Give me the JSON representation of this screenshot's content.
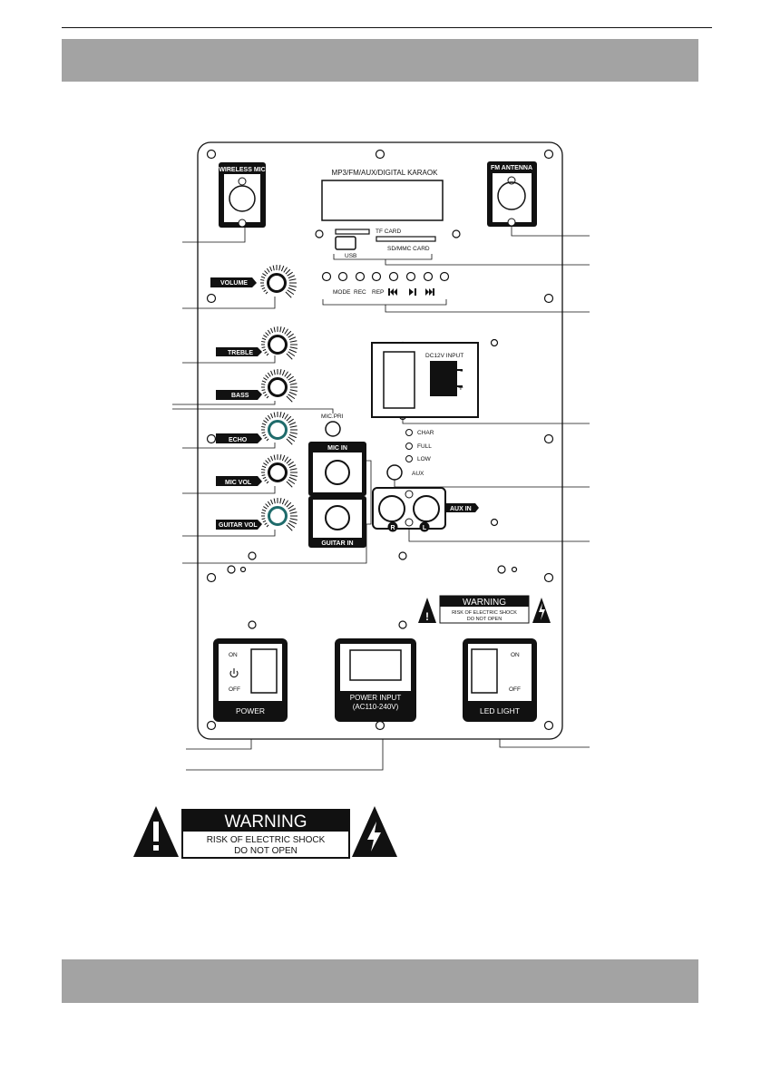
{
  "panel": {
    "title": "MP3/FM/AUX/DIGITAL KARAOK",
    "wireless_mic": "WIRELESS MIC",
    "fm_antenna": "FM ANTENNA",
    "tf_card": "TF CARD",
    "usb": "USB",
    "sd_card": "SD/MMC CARD",
    "buttons": [
      "MODE",
      "REC",
      "REP"
    ],
    "volume": "VOLUME",
    "treble": "TREBLE",
    "bass": "BASS",
    "mic_pri": "MIC.PRI",
    "echo": "ECHO",
    "mic_vol": "MIC VOL",
    "guitar_vol": "GUITAR VOL",
    "mic_in": "MIC IN",
    "guitar_in": "GUITAR IN",
    "dc_input": "DC12V INPUT",
    "dc_minus": "-",
    "dc_plus": "+",
    "char": "CHAR",
    "full": "FULL",
    "low": "LOW",
    "aux": "AUX",
    "aux_in": "AUX IN",
    "r": "R",
    "l": "L",
    "warning_title": "WARNING",
    "warning_line1": "RISK OF ELECTRIC SHOCK",
    "warning_line2": "DO NOT OPEN",
    "power_on": "ON",
    "power_off": "OFF",
    "power": "POWER",
    "power_input_1": "POWER INPUT",
    "power_input_2": "(AC110-240V)",
    "led_on": "ON",
    "led_off": "OFF",
    "led_light": "LED LIGHT"
  },
  "warning_label": {
    "title": "WARNING",
    "line1": "RISK OF ELECTRIC SHOCK",
    "line2": "DO NOT OPEN"
  },
  "colors": {
    "header_bar": "#a3a3a3",
    "ink": "#111111",
    "knob_teal": "#1f6b6b"
  }
}
